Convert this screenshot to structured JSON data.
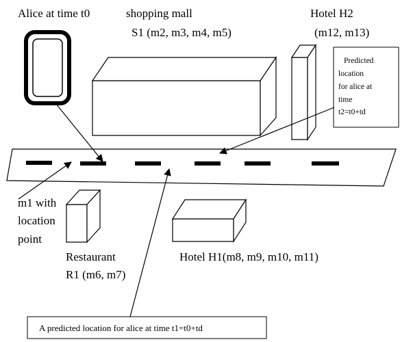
{
  "labels": {
    "alice": "Alice at time t0",
    "mall_line1": "shopping mall",
    "mall_line2": "S1 (m2, m3, m4, m5)",
    "hotel2_line1": "Hotel H2",
    "hotel2_line2": "(m12, m13)",
    "m1_line1": "m1 with",
    "m1_line2": "location",
    "m1_line3": "point",
    "restaurant_line1": "Restaurant",
    "restaurant_line2": "R1 (m6, m7)",
    "hotel1": "Hotel H1(m8, m9, m10, m11)"
  },
  "callouts": {
    "predicted_t2": [
      "Predicted",
      "location",
      "for alice at",
      "time",
      "t2=t0+td"
    ],
    "predicted_t1": "A predicted location for alice at time t1=t0+td"
  }
}
